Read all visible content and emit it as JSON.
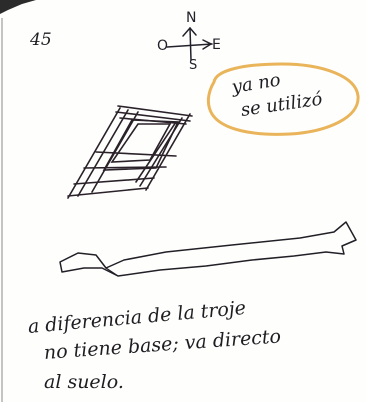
{
  "page_number": "45",
  "compass": {
    "north": "N",
    "west": "O",
    "east": "E",
    "south": "S"
  },
  "note": {
    "line1": "ya no",
    "line2": "se utilizó"
  },
  "caption": {
    "line1": "a diferencia de la troje",
    "line2": "no tiene base; va directo",
    "line3": "al suelo."
  },
  "colors": {
    "ink": "#1f1d22",
    "note_outline": "#e9b45a",
    "paper": "#fefefd",
    "page_edge": "#2b2b2b"
  }
}
